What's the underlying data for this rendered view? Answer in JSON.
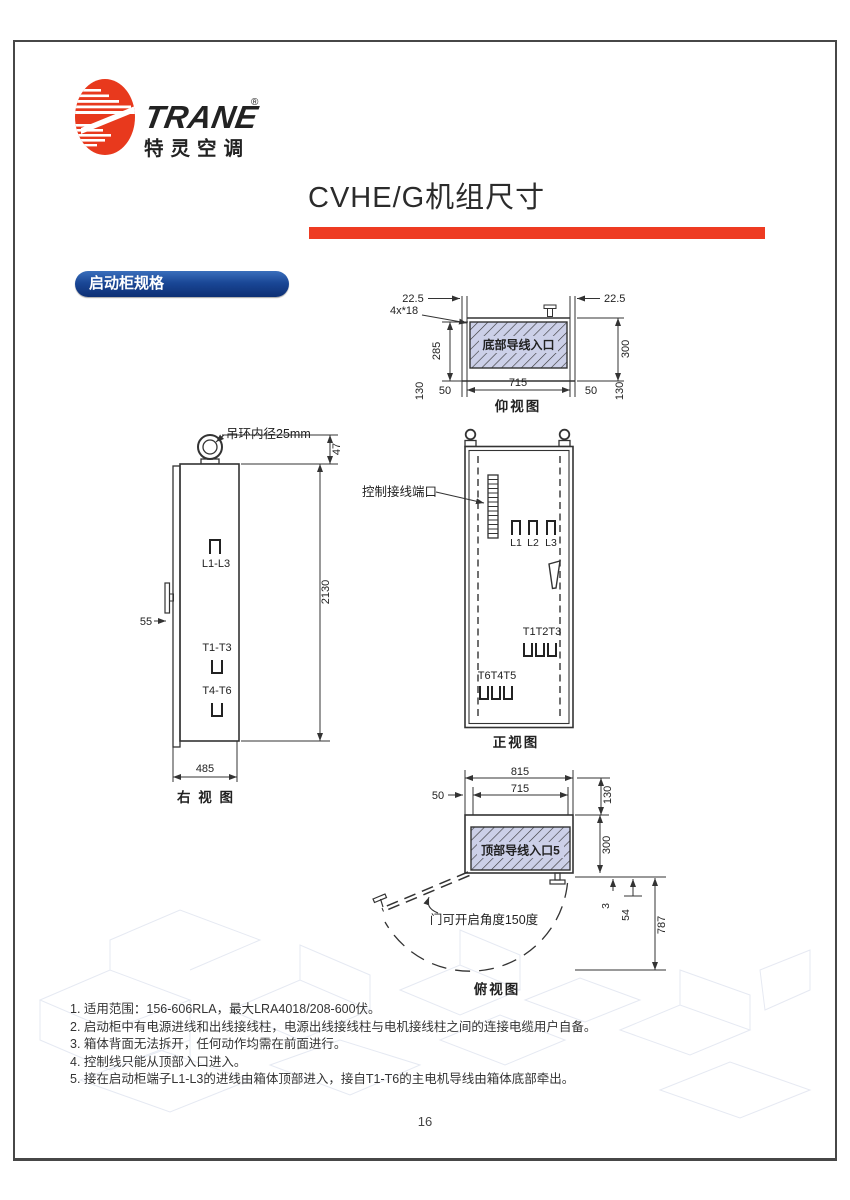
{
  "page": {
    "number": "16"
  },
  "brand": {
    "name": "TRANE",
    "reg": "®",
    "cn": "特灵空调"
  },
  "header": {
    "title": "CVHE/G机组尺寸",
    "section": "启动柜规格"
  },
  "colors": {
    "brand_red": "#e8391d",
    "accent_red": "#ee3b22",
    "section_blue": "#1a4796",
    "hatch_fill": "#ccd0e8"
  },
  "views": {
    "bottom": {
      "label": "仰视图",
      "entry": "底部导线入口",
      "holes": "4x*18",
      "dims": {
        "left225": "22.5",
        "right225": "22.5",
        "h285": "285",
        "h300": "300",
        "b130l": "130",
        "b50l": "50",
        "b715": "715",
        "b50r": "50",
        "b130r": "130"
      }
    },
    "right": {
      "label": "右 视 图",
      "ring": "吊环内径25mm",
      "dims": {
        "d47": "47",
        "d2130": "2130",
        "d55": "55",
        "d485": "485"
      },
      "terms": {
        "l13": "L1-L3",
        "t13": "T1-T3",
        "t46": "T4-T6"
      }
    },
    "front": {
      "label": "正视图",
      "control": "控制接线端口",
      "terms": {
        "l1": "L1",
        "l2": "L2",
        "l3": "L3",
        "t123": "T1T2T3",
        "t645": "T6T4T5"
      }
    },
    "top": {
      "label": "俯视图",
      "entry": "顶部导线入口5",
      "door": "门可开启角度150度",
      "dims": {
        "d815": "815",
        "d715": "715",
        "d50": "50",
        "d130": "130",
        "d300": "300",
        "d3": "3",
        "d54": "54",
        "d787": "787"
      }
    }
  },
  "notes": [
    "1. 适用范围：156-606RLA，最大LRA4018/208-600伏。",
    "2. 启动柜中有电源进线和出线接线柱，电源出线接线柱与电机接线柱之间的连接电缆用户自备。",
    "3. 箱体背面无法拆开，任何动作均需在前面进行。",
    "4. 控制线只能从顶部入口进入。",
    "5. 接在启动柜端子L1-L3的进线由箱体顶部进入，接自T1-T6的主电机导线由箱体底部牵出。"
  ]
}
